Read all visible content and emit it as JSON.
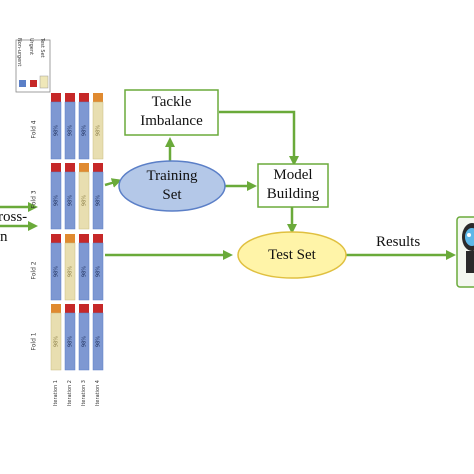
{
  "legend": {
    "items": [
      "Non-urgent",
      "Urgent",
      "Test Set"
    ],
    "colors": [
      "#5b7fc7",
      "#c62828",
      "#efe7b8"
    ]
  },
  "folds": [
    "Fold 4",
    "Fold 3",
    "Fold 2",
    "Fold 1"
  ],
  "iterations": [
    "Iteration 1",
    "Iteration 2",
    "Iteration 3",
    "Iteration 4"
  ],
  "bar_label": "98%",
  "left_label": {
    "line1": "ross-",
    "line2": "n"
  },
  "nodes": {
    "tackle": {
      "line1": "Tackle",
      "line2": "Imbalance"
    },
    "training": {
      "line1": "Training",
      "line2": "Set"
    },
    "model": {
      "line1": "Model",
      "line2": "Building"
    },
    "test": {
      "label": "Test Set"
    }
  },
  "results_label": "Results",
  "colors": {
    "arrow": "#6aaa3a",
    "blue_bar": "#7e98d2",
    "tan_bar": "#e8deb0",
    "red_cap": "#c62828",
    "orange_cap": "#e08a30",
    "ellipse_fill": "#b4c8e8",
    "ellipse_stroke": "#5b7fc7",
    "test_fill": "#fff4a8",
    "test_stroke": "#e0c040",
    "box_stroke": "#6aaa3a"
  }
}
